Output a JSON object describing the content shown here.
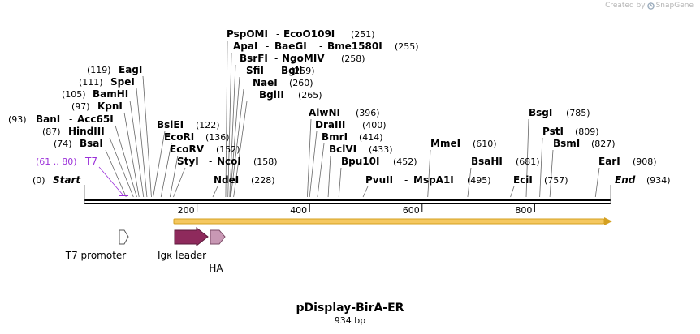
{
  "credit": {
    "text": "Created by",
    "brand": "SnapGene"
  },
  "plasmid": {
    "name": "pDisplay-BirA-ER",
    "length_label": "934 bp"
  },
  "map": {
    "start_label": "Start",
    "start_pos": "(0)",
    "end_label": "End",
    "end_pos": "(934)",
    "ruler_ticks": [
      "200",
      "400",
      "600",
      "800"
    ]
  },
  "sites": [
    {
      "text": "BanI",
      "num": "(93)"
    },
    {
      "text": "Acc65I",
      "num": ""
    },
    {
      "text": "KpnI",
      "num": "(97)"
    },
    {
      "text": "HindIII",
      "num": "(87)"
    },
    {
      "text": "BsaI",
      "num": "(74)"
    },
    {
      "text": "BamHI",
      "num": "(105)"
    },
    {
      "text": "SpeI",
      "num": "(111)"
    },
    {
      "text": "EagI",
      "num": "(119)"
    },
    {
      "text": "BsiEI",
      "num": "(122)"
    },
    {
      "text": "EcoRI",
      "num": "(136)"
    },
    {
      "text": "EcoRV",
      "num": "(152)"
    },
    {
      "text": "StyI",
      "num": ""
    },
    {
      "text": "NcoI",
      "num": "(158)"
    },
    {
      "text": "NdeI",
      "num": "(228)"
    },
    {
      "text": "PspOMI",
      "num": ""
    },
    {
      "text": "EcoO109I",
      "num": "(251)"
    },
    {
      "text": "ApaI",
      "num": ""
    },
    {
      "text": "BaeGI",
      "num": ""
    },
    {
      "text": "Bme1580I",
      "num": "(255)"
    },
    {
      "text": "BsrFI",
      "num": ""
    },
    {
      "text": "NgoMIV",
      "num": "(258)"
    },
    {
      "text": "SfiI",
      "num": ""
    },
    {
      "text": "BglI",
      "num": "(259)"
    },
    {
      "text": "NaeI",
      "num": "(260)"
    },
    {
      "text": "BglII",
      "num": "(265)"
    },
    {
      "text": "AlwNI",
      "num": "(396)"
    },
    {
      "text": "DraIII",
      "num": "(400)"
    },
    {
      "text": "BmrI",
      "num": "(414)"
    },
    {
      "text": "BclVI",
      "num": "(433)"
    },
    {
      "text": "Bpu10I",
      "num": "(452)"
    },
    {
      "text": "PvuII",
      "num": ""
    },
    {
      "text": "MspA1I",
      "num": "(495)"
    },
    {
      "text": "MmeI",
      "num": "(610)"
    },
    {
      "text": "BsaHI",
      "num": "(681)"
    },
    {
      "text": "EciI",
      "num": "(757)"
    },
    {
      "text": "BsgI",
      "num": "(785)"
    },
    {
      "text": "PstI",
      "num": "(809)"
    },
    {
      "text": "BsmI",
      "num": "(827)"
    },
    {
      "text": "EarI",
      "num": "(908)"
    }
  ],
  "primer": {
    "range": "(61 .. 80)",
    "name": "T7",
    "color": "#9b30d9"
  },
  "features": [
    {
      "name": "T7 promoter",
      "color": "#ffffff",
      "border": "#555555"
    },
    {
      "name": "Igκ leader",
      "color": "#8e2a5c",
      "border": "#5a1a3a"
    },
    {
      "name": "HA",
      "color": "#c898b4",
      "border": "#7a4a66"
    }
  ],
  "orf": {
    "color": "#f5c860",
    "arrow_color": "#d4a020"
  }
}
